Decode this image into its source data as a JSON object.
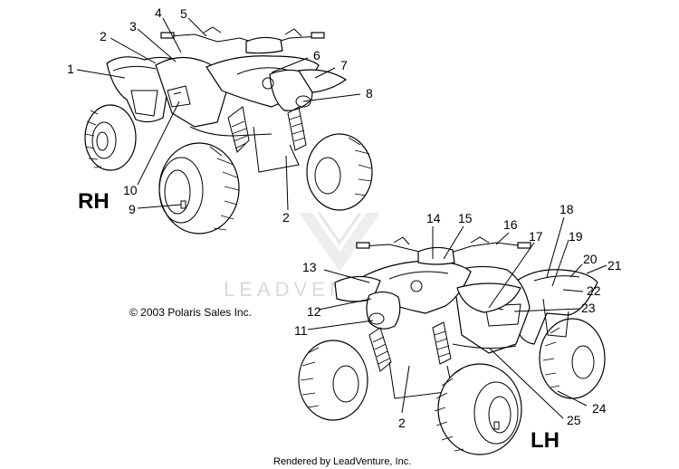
{
  "views": {
    "rh": "RH",
    "lh": "LH"
  },
  "copyright": "© 2003 Polaris Sales Inc.",
  "footer": "Rendered by LeadVenture, Inc.",
  "watermark": "LEADVENTURE",
  "callouts_rh": [
    "1",
    "2",
    "3",
    "4",
    "5",
    "6",
    "7",
    "8",
    "9",
    "10",
    "2"
  ],
  "callouts_lh": [
    "13",
    "12",
    "11",
    "14",
    "15",
    "16",
    "17",
    "18",
    "19",
    "20",
    "21",
    "22",
    "23",
    "24",
    "25",
    "2"
  ]
}
